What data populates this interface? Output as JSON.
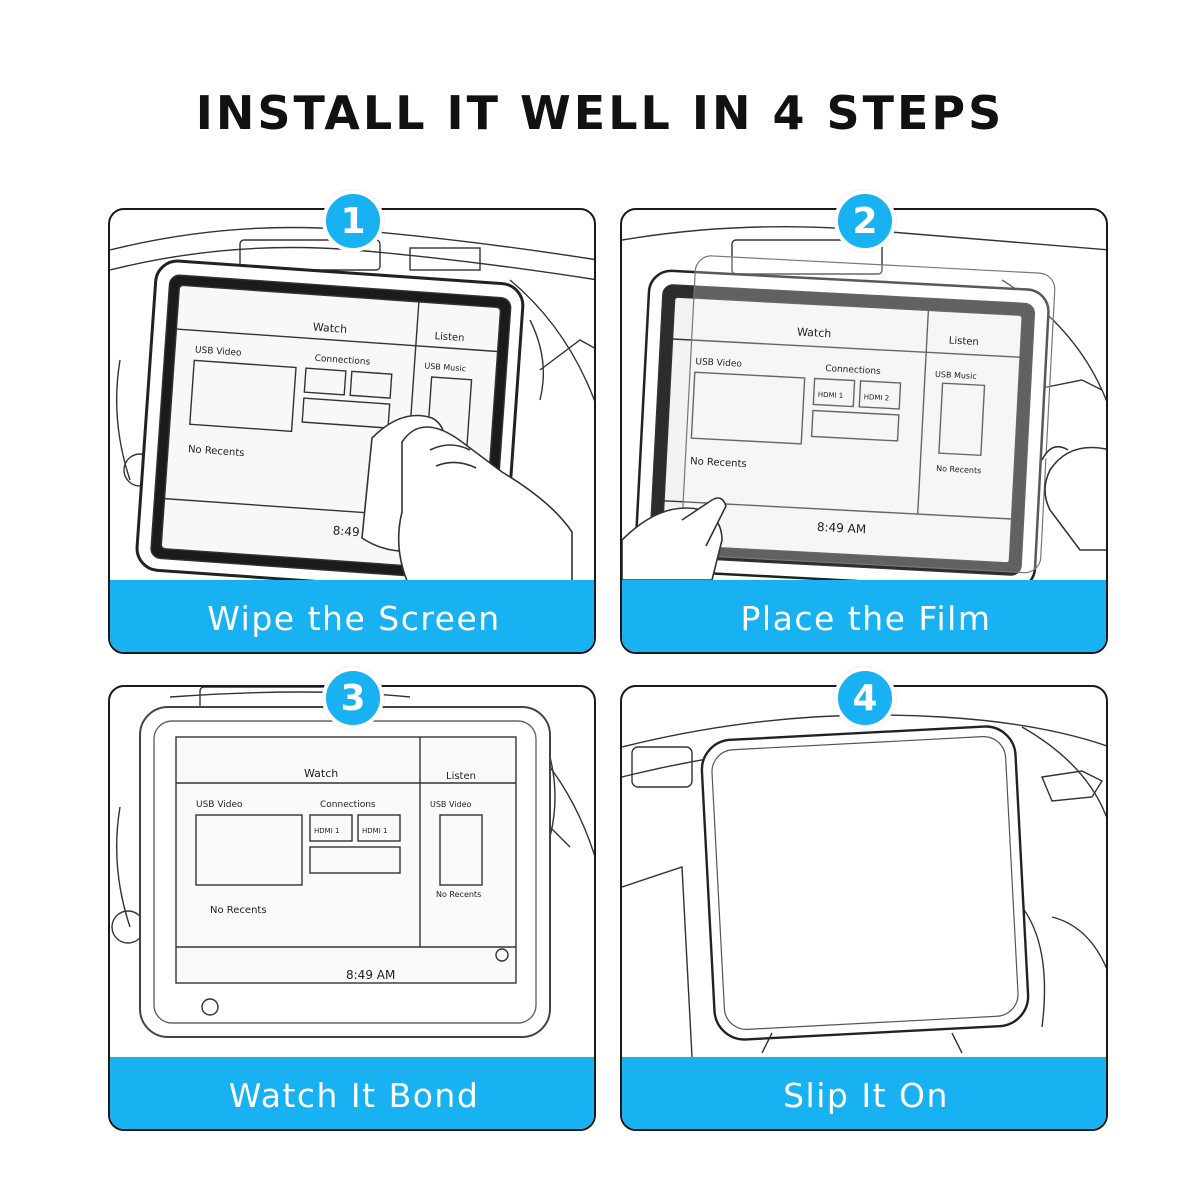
{
  "title": "INSTALL IT WELL IN 4 STEPS",
  "accent_color": "#18b1f1",
  "steps": [
    {
      "number": "1",
      "caption": "Wipe the Screen"
    },
    {
      "number": "2",
      "caption": "Place the Film"
    },
    {
      "number": "3",
      "caption": "Watch It Bond"
    },
    {
      "number": "4",
      "caption": "Slip It On"
    }
  ],
  "screen": {
    "watch": "Watch",
    "listen": "Listen",
    "usb_video": "USB Video",
    "usb_music": "USB Music",
    "connections": "Connections",
    "hdmi1": "HDMI 1",
    "hdmi2": "HDMI 2",
    "no_recents": "No Recents",
    "time": "8:49 AM"
  }
}
